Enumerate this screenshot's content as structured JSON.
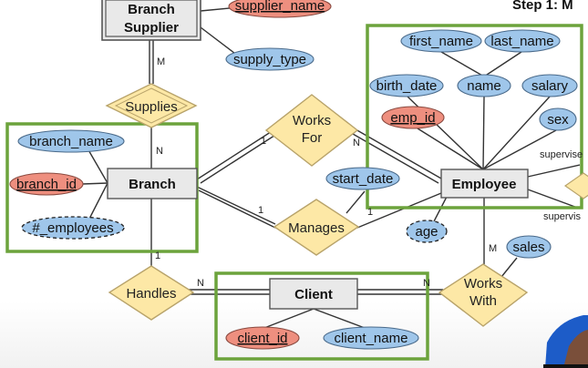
{
  "header": {
    "title": "Step 1: M"
  },
  "entities": {
    "branch_supplier": {
      "line1": "Branch",
      "line2": "Supplier"
    },
    "branch": "Branch",
    "employee": "Employee",
    "client": "Client"
  },
  "relationships": {
    "supplies": "Supplies",
    "works_for": {
      "line1": "Works",
      "line2": "For"
    },
    "manages": "Manages",
    "handles": "Handles",
    "works_with": {
      "line1": "Works",
      "line2": "With"
    }
  },
  "attributes": {
    "supplier_name": "supplier_name",
    "supply_type": "supply_type",
    "branch_name": "branch_name",
    "branch_id": "branch_id",
    "num_employees": "#_employees",
    "first_name": "first_name",
    "last_name": "last_name",
    "birth_date": "birth_date",
    "name": "name",
    "salary": "salary",
    "emp_id": "emp_id",
    "sex": "sex",
    "start_date": "start_date",
    "age": "age",
    "sales": "sales",
    "client_id": "client_id",
    "client_name": "client_name"
  },
  "cardinalities": {
    "supplies_supplier": "M",
    "supplies_branch": "N",
    "works_for_branch": "1",
    "works_for_employee": "N",
    "manages_branch": "1",
    "manages_employee": "1",
    "handles_branch": "1",
    "handles_client": "N",
    "works_with_client": "N",
    "works_with_employee": "M"
  },
  "side_labels": {
    "supervises_top": "supervise",
    "supervises_bottom": "supervis"
  },
  "colors": {
    "attribute_blue": "#9fc6ea",
    "key_attribute_red": "#ee8f7f",
    "relationship_diamond": "#fde8a6",
    "entity_box": "#e9e9e9",
    "highlight_green": "#6ca33c",
    "presenter_shirt": "#1d5cc8"
  }
}
